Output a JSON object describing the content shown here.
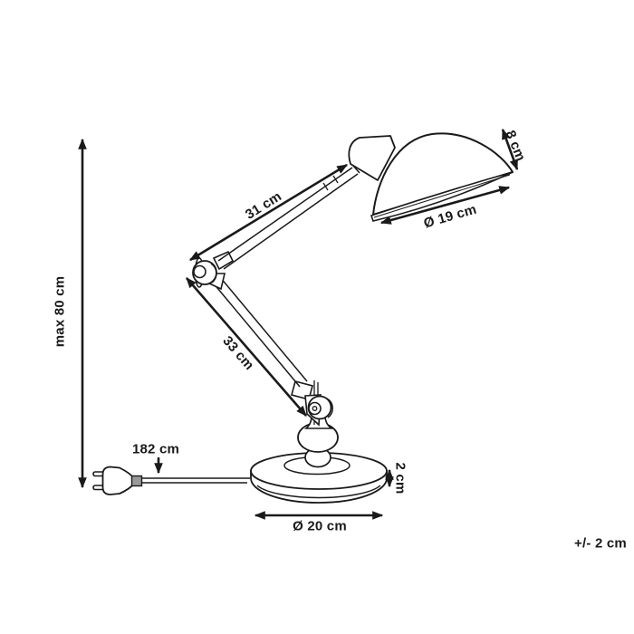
{
  "diagram": {
    "dimensions": {
      "max_height": "max 80 cm",
      "upper_arm_length": "31 cm",
      "lower_arm_length": "33 cm",
      "shade_height": "8 cm",
      "shade_diameter": "Ø 19 cm",
      "cable_length": "182 cm",
      "base_height": "2 cm",
      "base_diameter": "Ø 20 cm"
    },
    "tolerance": "+/- 2 cm",
    "colors": {
      "line": "#1a1a1a",
      "background": "#ffffff",
      "plug_connector": "#999999"
    }
  }
}
